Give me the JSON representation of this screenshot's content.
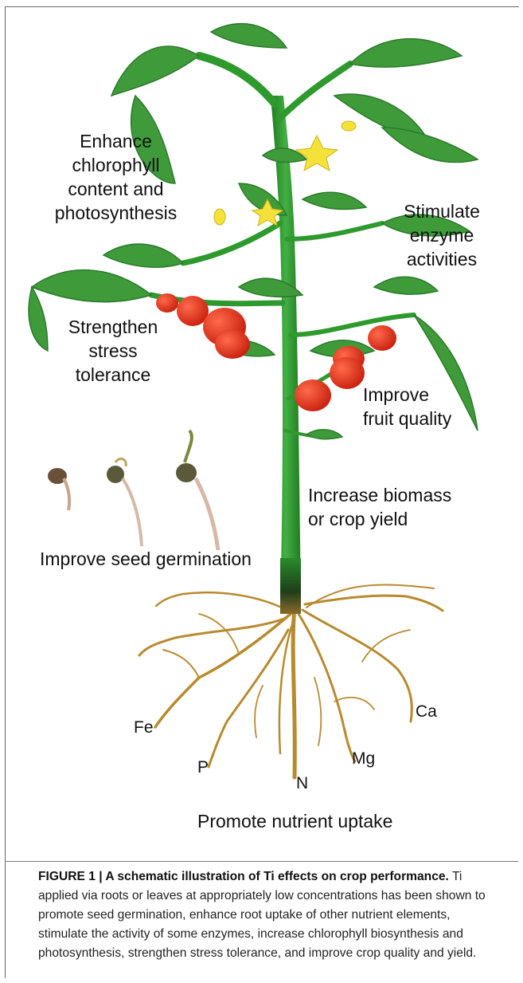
{
  "labels": {
    "chlorophyll": "Enhance\nchlorophyll\ncontent and\nphotosynthesis",
    "enzyme": "Stimulate\nenzyme\nactivities",
    "stress": "Strengthen\nstress\ntolerance",
    "fruit": "Improve\nfruit quality",
    "biomass": "Increase biomass\nor crop yield",
    "germination": "Improve seed germination",
    "nutrient": "Promote nutrient uptake"
  },
  "nutrients": {
    "fe": "Fe",
    "p": "P",
    "n": "N",
    "mg": "Mg",
    "ca": "Ca"
  },
  "caption": {
    "title": "FIGURE 1 | A schematic illustration of Ti effects on crop performance.",
    "body": "Ti applied via roots or leaves at appropriately low concentrations has been shown to promote seed germination, enhance root uptake of other nutrient elements, stimulate the activity of some enzymes, increase chlorophyll biosynthesis and photosynthesis, strengthen stress tolerance, and improve crop quality and yield."
  },
  "colors": {
    "stem": "#2e9a2e",
    "leaf": "#3f9a3a",
    "leaf_dark": "#2b7a2b",
    "fruit": "#e0301e",
    "flower": "#f4e23a",
    "root": "#b88a2e"
  }
}
